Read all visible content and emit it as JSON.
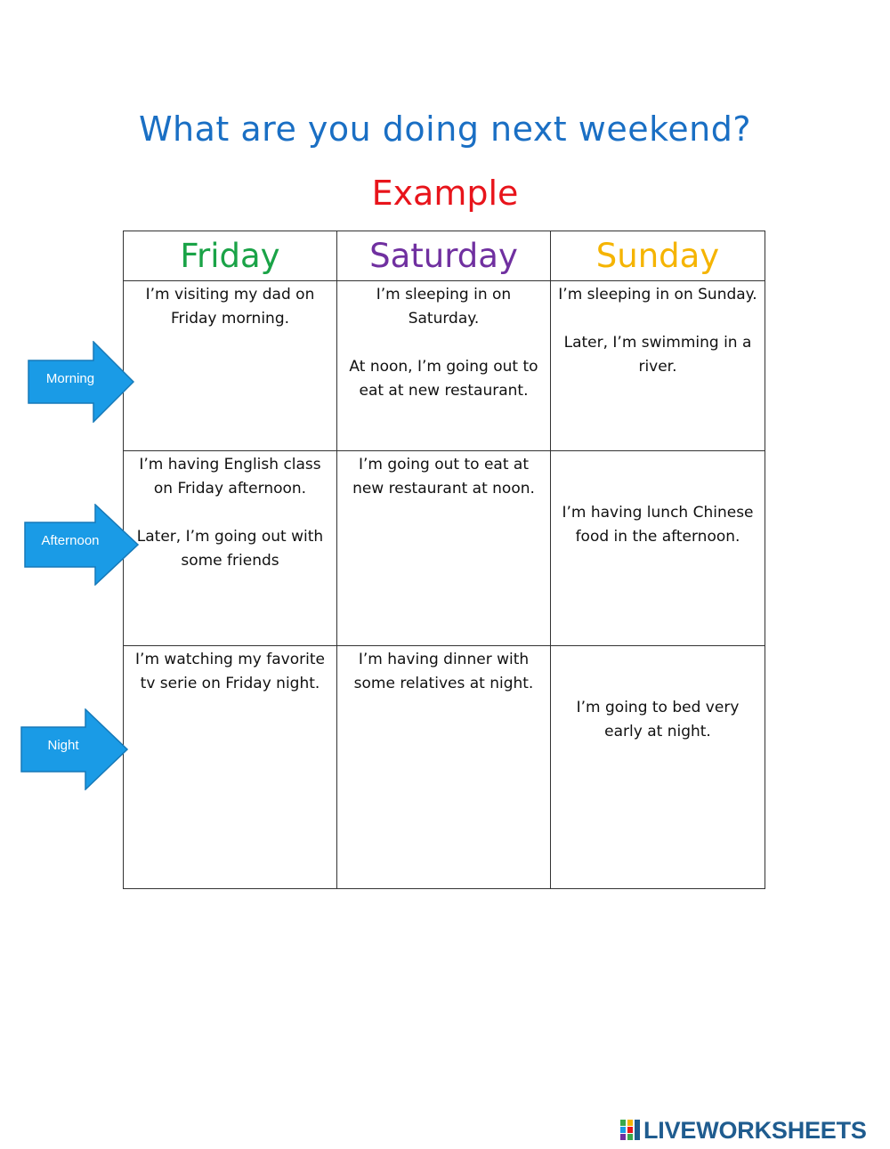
{
  "title": "What are you doing next weekend?",
  "subtitle": "Example",
  "columns": [
    {
      "label": "Friday",
      "color": "#1aa347"
    },
    {
      "label": "Saturday",
      "color": "#7030a0"
    },
    {
      "label": "Sunday",
      "color": "#f5b400"
    }
  ],
  "rows": [
    {
      "label": "Morning",
      "cells": [
        [
          "I’m visiting my dad on Friday morning."
        ],
        [
          "I’m sleeping in on Saturday.",
          "At noon, I’m going out to eat at new restaurant."
        ],
        [
          "I’m sleeping in on Sunday.",
          "Later, I’m swimming in a river."
        ]
      ]
    },
    {
      "label": "Afternoon",
      "cells": [
        [
          "I’m having English class on Friday afternoon.",
          "Later, I’m going out with some friends"
        ],
        [
          "I’m going out to eat at new restaurant at noon."
        ],
        [
          "I’m having lunch Chinese food in the afternoon."
        ]
      ]
    },
    {
      "label": "Night",
      "cells": [
        [
          "I’m watching my favorite tv serie on Friday night."
        ],
        [
          "I’m having dinner with some relatives at night."
        ],
        [
          "I’m going to bed very early at night."
        ]
      ]
    }
  ],
  "arrow_color": "#1a9be6",
  "logo_text": "LIVEWORKSHEETS"
}
